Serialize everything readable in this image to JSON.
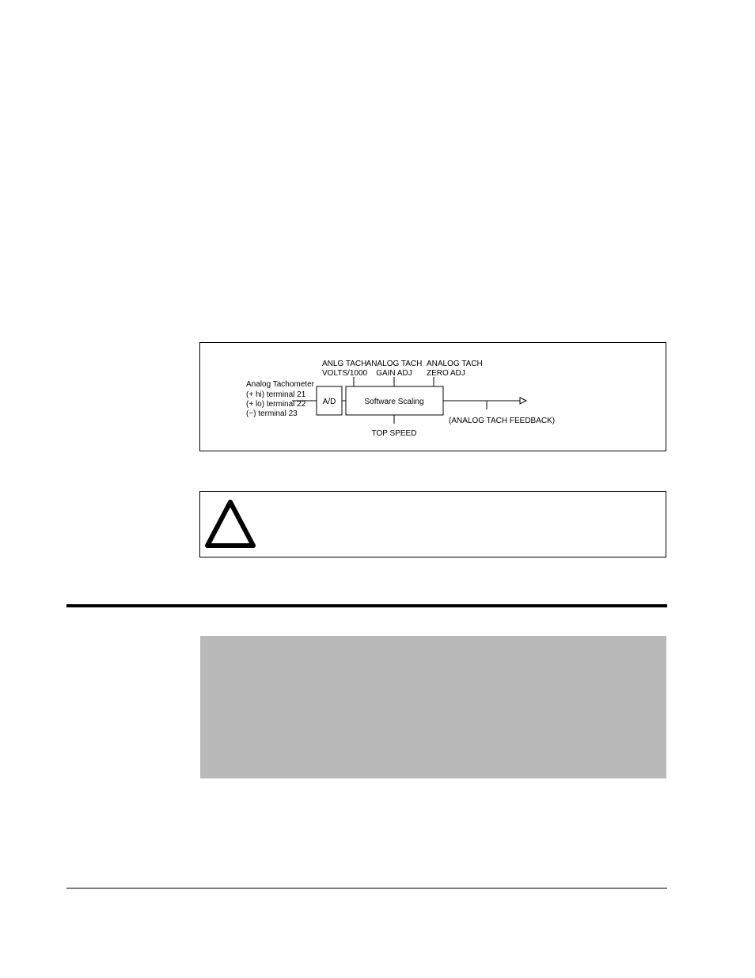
{
  "diagram": {
    "input_title": "Analog Tachometer",
    "input_terminals": [
      "(+ hi) terminal 21",
      "(+ lo) terminal 22",
      "(−) terminal 23"
    ],
    "ad_block": "A/D",
    "scaling_block": "Software Scaling",
    "params_above": {
      "anlg_tach_volts": [
        "ANLG TACH",
        "VOLTS/1000"
      ],
      "analog_tach_gain": [
        "ANALOG TACH",
        "GAIN ADJ"
      ],
      "analog_tach_zero": [
        "ANALOG TACH",
        "ZERO ADJ"
      ]
    },
    "param_below": "TOP SPEED",
    "output_label": "(ANALOG TACH FEEDBACK)"
  },
  "caution": {
    "icon": "caution-triangle-icon"
  }
}
